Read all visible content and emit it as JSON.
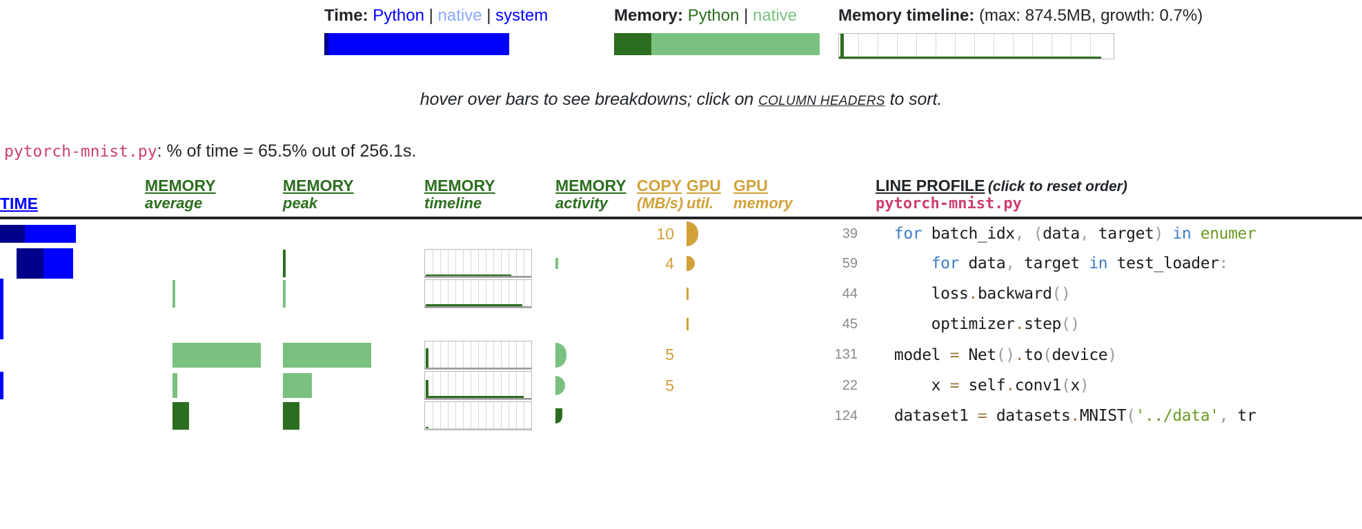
{
  "legend": {
    "time": {
      "label": "Time:",
      "python": "Python",
      "native": "native",
      "system": "system",
      "separator": "|",
      "bar": [
        {
          "kind": "python",
          "pct": 2.0,
          "color": "#00008b"
        },
        {
          "kind": "native",
          "pct": 98.0,
          "color": "#0000ff"
        }
      ]
    },
    "memory": {
      "label": "Memory:",
      "python": "Python",
      "native": "native",
      "separator": "|",
      "bar": [
        {
          "kind": "python",
          "pct": 18.0,
          "color": "#2c6e1f"
        },
        {
          "kind": "native",
          "pct": 82.0,
          "color": "#7ac17f"
        }
      ]
    },
    "timeline": {
      "label": "Memory timeline:",
      "stats": "(max: 874.5MB, growth: 0.7%)",
      "max_mb": 874.5,
      "growth_pct": 0.7,
      "spark": [
        95,
        4,
        4,
        4,
        4,
        4,
        4,
        4,
        4,
        4,
        4,
        4,
        4,
        4
      ]
    }
  },
  "hint": {
    "before": "hover over bars to see breakdowns; click on ",
    "emphasis": "column headers",
    "after": " to sort."
  },
  "file_summary": {
    "filename": "pytorch-mnist.py",
    "text": ": % of time = 65.5% out of 256.1s.",
    "pct_of_time": 65.5,
    "total_seconds": 256.1
  },
  "columns": [
    {
      "id": "time",
      "top": "TIME",
      "sub": "",
      "color": "#0000ff"
    },
    {
      "id": "mem_avg",
      "top": "MEMORY",
      "sub": "average",
      "color": "#2c6e1f"
    },
    {
      "id": "mem_peak",
      "top": "MEMORY",
      "sub": "peak",
      "color": "#2c6e1f"
    },
    {
      "id": "mem_timeline",
      "top": "MEMORY",
      "sub": "timeline",
      "color": "#2c6e1f"
    },
    {
      "id": "mem_activity",
      "top": "MEMORY",
      "sub": "activity",
      "color": "#2c6e1f"
    },
    {
      "id": "copy",
      "top": "COPY",
      "sub": "(MB/s)",
      "color": "#d2a13a"
    },
    {
      "id": "gpu_util",
      "top": "GPU",
      "sub": "util.",
      "color": "#d2a13a"
    },
    {
      "id": "gpu_memory",
      "top": "GPU",
      "sub": "memory",
      "color": "#d2a13a"
    },
    {
      "id": "line_no",
      "top": "",
      "sub": "",
      "color": "#8a8a8a"
    },
    {
      "id": "line_profile",
      "top": "LINE PROFILE",
      "sub": "pytorch-mnist.py",
      "note": "(click to reset order)",
      "color": "#212529"
    }
  ],
  "rows": [
    {
      "line_no": "39",
      "code_plain": "for batch_idx, (data, target) in enumer",
      "code_tokens": [
        {
          "t": "  ",
          "c": "plain"
        },
        {
          "t": "for",
          "c": "kw"
        },
        {
          "t": " batch_idx",
          "c": "plain"
        },
        {
          "t": ",",
          "c": "pn"
        },
        {
          "t": " ",
          "c": "plain"
        },
        {
          "t": "(",
          "c": "pn"
        },
        {
          "t": "data",
          "c": "plain"
        },
        {
          "t": ",",
          "c": "pn"
        },
        {
          "t": " target",
          "c": "plain"
        },
        {
          "t": ")",
          "c": "pn"
        },
        {
          "t": " ",
          "c": "plain"
        },
        {
          "t": "in",
          "c": "kw"
        },
        {
          "t": " ",
          "c": "plain"
        },
        {
          "t": "enumer",
          "c": "fn"
        }
      ],
      "time": [
        {
          "pct": 6.5,
          "color": "#00008b"
        },
        {
          "pct": 11.0,
          "color": "#0000ff"
        }
      ],
      "mem_avg": [],
      "mem_peak": [],
      "mem_timeline": null,
      "mem_activity": 0,
      "copy": "10",
      "gpu_util": {
        "value": 55,
        "color": "#d2a13a"
      },
      "gpu_memory": null
    },
    {
      "line_no": "59",
      "code_plain": "    for data, target in test_loader:",
      "code_tokens": [
        {
          "t": "      ",
          "c": "plain"
        },
        {
          "t": "for",
          "c": "kw"
        },
        {
          "t": " data",
          "c": "plain"
        },
        {
          "t": ",",
          "c": "pn"
        },
        {
          "t": " target ",
          "c": "plain"
        },
        {
          "t": "in",
          "c": "kw"
        },
        {
          "t": " test_loader",
          "c": "plain"
        },
        {
          "t": ":",
          "c": "pn"
        }
      ],
      "time": [
        {
          "pct": 5.0,
          "color": "#00008b"
        },
        {
          "pct": 6.5,
          "color": "#0000ff"
        }
      ],
      "mem_avg": [],
      "mem_peak": [
        {
          "pct": 0.4,
          "color": "#2c6e1f"
        }
      ],
      "mem_timeline": {
        "spark": [
          2,
          2,
          2,
          2,
          2,
          2,
          2,
          2,
          2,
          2,
          2,
          2,
          2,
          2
        ],
        "fill": 88
      },
      "mem_activity": 3,
      "copy": "4",
      "gpu_util": {
        "value": 18,
        "color": "#d2a13a"
      },
      "gpu_memory": null
    },
    {
      "line_no": "44",
      "code_plain": "    loss.backward()",
      "code_tokens": [
        {
          "t": "      ",
          "c": "plain"
        },
        {
          "t": "loss",
          "c": "plain"
        },
        {
          "t": ".",
          "c": "dot"
        },
        {
          "t": "backward",
          "c": "plain"
        },
        {
          "t": "()",
          "c": "pn"
        }
      ],
      "time": [
        {
          "pct": 0.5,
          "color": "#0000ff"
        }
      ],
      "mem_avg": [
        {
          "pct": 0.3,
          "color": "#7ac17f"
        }
      ],
      "mem_peak": [
        {
          "pct": 0.3,
          "color": "#7ac17f"
        }
      ],
      "mem_timeline": {
        "spark": [
          3,
          3,
          3,
          3,
          3,
          3,
          3,
          3,
          3,
          3,
          3,
          3,
          3,
          3
        ],
        "fill": 96
      },
      "mem_activity": 0,
      "copy": "",
      "gpu_util": {
        "value": 6,
        "color": "#d2a13a"
      },
      "gpu_memory": null
    },
    {
      "line_no": "45",
      "code_plain": "    optimizer.step()",
      "code_tokens": [
        {
          "t": "      ",
          "c": "plain"
        },
        {
          "t": "optimizer",
          "c": "plain"
        },
        {
          "t": ".",
          "c": "dot"
        },
        {
          "t": "step",
          "c": "plain"
        },
        {
          "t": "()",
          "c": "pn"
        }
      ],
      "time": [
        {
          "pct": 0.5,
          "color": "#0000ff"
        }
      ],
      "mem_avg": [],
      "mem_peak": [],
      "mem_timeline": null,
      "mem_activity": 0,
      "copy": "",
      "gpu_util": {
        "value": 6,
        "color": "#d2a13a"
      },
      "gpu_memory": null
    },
    {
      "line_no": "131",
      "code_plain": "model = Net().to(device)",
      "code_tokens": [
        {
          "t": "  ",
          "c": "plain"
        },
        {
          "t": "model ",
          "c": "plain"
        },
        {
          "t": "=",
          "c": "op"
        },
        {
          "t": " Net",
          "c": "plain"
        },
        {
          "t": "()",
          "c": "pn"
        },
        {
          "t": ".",
          "c": "dot"
        },
        {
          "t": "to",
          "c": "plain"
        },
        {
          "t": "(",
          "c": "pn"
        },
        {
          "t": "device",
          "c": "plain"
        },
        {
          "t": ")",
          "c": "pn"
        }
      ],
      "time": [],
      "mem_avg": [
        {
          "pct": 56.0,
          "color": "#7ac17f"
        }
      ],
      "mem_peak": [
        {
          "pct": 56.0,
          "color": "#7ac17f"
        }
      ],
      "mem_timeline": {
        "spark": [
          80,
          2,
          2,
          2,
          2,
          2,
          2,
          2,
          2,
          2,
          2,
          2,
          2,
          2
        ],
        "fill": 100
      },
      "mem_activity": 60,
      "copy": "5",
      "gpu_util": null,
      "gpu_memory": null
    },
    {
      "line_no": "22",
      "code_plain": "    x = self.conv1(x)",
      "code_tokens": [
        {
          "t": "      ",
          "c": "plain"
        },
        {
          "t": "x ",
          "c": "plain"
        },
        {
          "t": "=",
          "c": "op"
        },
        {
          "t": " self",
          "c": "plain"
        },
        {
          "t": ".",
          "c": "dot"
        },
        {
          "t": "conv1",
          "c": "plain"
        },
        {
          "t": "(",
          "c": "pn"
        },
        {
          "t": "x",
          "c": "plain"
        },
        {
          "t": ")",
          "c": "pn"
        }
      ],
      "time": [
        {
          "pct": 0.5,
          "color": "#0000ff"
        }
      ],
      "mem_avg": [
        {
          "pct": 0.6,
          "color": "#7ac17f"
        }
      ],
      "mem_peak": [
        {
          "pct": 13.0,
          "color": "#7ac17f"
        }
      ],
      "mem_timeline": {
        "spark": [
          70,
          6,
          4,
          4,
          4,
          4,
          4,
          4,
          4,
          4,
          4,
          4,
          4,
          4
        ],
        "fill": 100
      },
      "mem_activity": 40,
      "copy": "5",
      "gpu_util": null,
      "gpu_memory": null
    },
    {
      "line_no": "124",
      "code_plain": "dataset1 = datasets.MNIST('../data', tr",
      "code_tokens": [
        {
          "t": "  ",
          "c": "plain"
        },
        {
          "t": "dataset1 ",
          "c": "plain"
        },
        {
          "t": "=",
          "c": "op"
        },
        {
          "t": " datasets",
          "c": "plain"
        },
        {
          "t": ".",
          "c": "dot"
        },
        {
          "t": "MNIST",
          "c": "plain"
        },
        {
          "t": "(",
          "c": "pn"
        },
        {
          "t": "'../data'",
          "c": "st"
        },
        {
          "t": ",",
          "c": "pn"
        },
        {
          "t": " tr",
          "c": "plain"
        }
      ],
      "time": [],
      "mem_avg": [
        {
          "pct": 2.0,
          "color": "#2c6e1f"
        }
      ],
      "mem_peak": [
        {
          "pct": 2.0,
          "color": "#2c6e1f"
        }
      ],
      "mem_timeline": {
        "spark": [
          3,
          0,
          0,
          0,
          0,
          0,
          0,
          0,
          0,
          0,
          0,
          0,
          0,
          0
        ],
        "fill": 6
      },
      "mem_activity": 22,
      "copy": "",
      "gpu_util": null,
      "gpu_memory": null
    }
  ]
}
